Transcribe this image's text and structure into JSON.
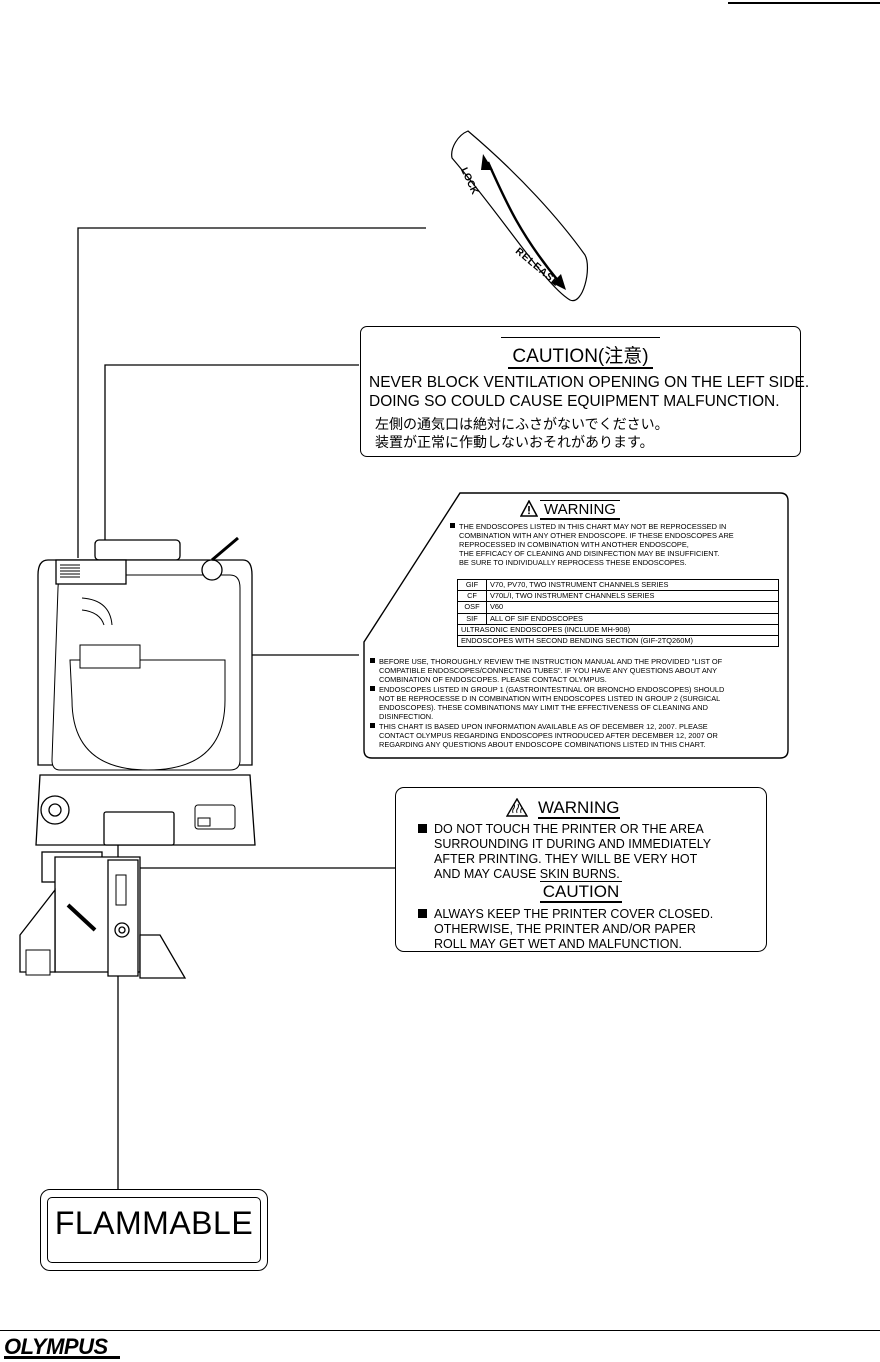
{
  "lock_label": {
    "lock": "LOCK",
    "release": "RELEASE"
  },
  "caution_ventilation": {
    "title": "CAUTION(注意)",
    "line1": "NEVER BLOCK VENTILATION OPENING ON THE LEFT SIDE.",
    "line2": "DOING SO COULD CAUSE EQUIPMENT MALFUNCTION.",
    "jp_line1": "左側の通気口は絶対にふさがないでください。",
    "jp_line2": "装置が正常に作動しないおそれがあります。"
  },
  "warning_chart": {
    "title": "WARNING",
    "intro": [
      "THE ENDOSCOPES  LISTED IN THIS CHART MAY NOT BE REPROCESSED IN",
      "COMBINATION WITH ANY OTHER ENDOSCOPE. IF THESE ENDOSCOPES ARE",
      "REPROCESSED IN COMBINATION WITH ANOTHER ENDOSCOPE,",
      "THE EFFICACY OF CLEANING AND DISINFECTION MAY BE INSUFFICIENT.",
      "BE SURE TO INDIVIDUALLY REPROCESS THESE ENDOSCOPES."
    ],
    "table": [
      {
        "code": "GIF",
        "desc": "V70, PV70, TWO INSTRUMENT CHANNELS SERIES"
      },
      {
        "code": "CF",
        "desc": "V70L/I, TWO  INSTRUMENT CHANNELS SERIES"
      },
      {
        "code": "OSF",
        "desc": "V60"
      },
      {
        "code": "SIF",
        "desc": "ALL OF SIF ENDOSCOPES"
      }
    ],
    "table_full": [
      "ULTRASONIC ENDOSCOPES (INCLUDE MH-908)",
      "ENDOSCOPES WITH SECOND BENDING SECTION (GIF-2TQ260M)"
    ],
    "notes": [
      "BEFORE USE, THOROUGHLY REVIEW THE INSTRUCTION MANUAL AND THE PROVIDED \"LIST OF",
      "COMPATIBLE ENDOSCOPES/CONNECTING TUBES\". IF YOU HAVE ANY QUESTIONS ABOUT ANY",
      "COMBINATION OF ENDOSCOPES. PLEASE CONTACT OLYMPUS.",
      "ENDOSCOPES LISTED IN GROUP 1 (GASTROINTESTINAL OR BRONCHO ENDOSCOPES) SHOULD",
      "NOT BE REPROCESSE D IN COMBINATION WITH ENDOSCOPES LISTED IN GROUP 2 (SURGICAL",
      "ENDOSCOPES). THESE COMBINATIONS MAY LIMIT THE EFFECTIVENESS OF CLEANING AND",
      "DISINFECTION.",
      "THIS CHART IS BASED UPON INFORMATION AVAILABLE AS OF DECEMBER 12, 2007. PLEASE",
      "CONTACT OLYMPUS REGARDING ENDOSCOPES INTRODUCED AFTER DECEMBER 12, 2007 OR",
      "REGARDING ANY QUESTIONS ABOUT ENDOSCOPE COMBINATIONS LISTED IN THIS CHART."
    ]
  },
  "printer_label": {
    "warning_title": "WARNING",
    "warning_lines": [
      "DO NOT TOUCH THE PRINTER OR THE AREA",
      "SURROUNDING IT DURING AND IMMEDIATELY",
      "AFTER PRINTING. THEY WILL BE VERY HOT",
      "AND MAY CAUSE SKIN BURNS."
    ],
    "caution_title": "CAUTION",
    "caution_lines": [
      "ALWAYS KEEP THE PRINTER COVER CLOSED.",
      "OTHERWISE, THE PRINTER AND/OR PAPER",
      "ROLL MAY GET WET AND MALFUNCTION."
    ]
  },
  "flammable_label": "FLAMMABLE",
  "footer": {
    "logo": "OLYMPUS"
  },
  "icons": [
    "warning-triangle-icon",
    "hot-surface-icon",
    "lock-release-arrow-icon"
  ]
}
